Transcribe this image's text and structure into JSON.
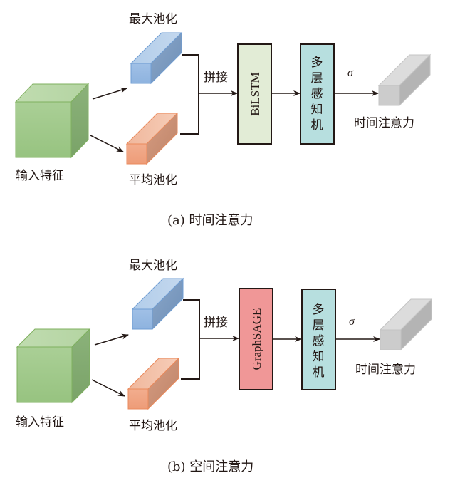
{
  "panels": [
    {
      "id": "a",
      "input_label": "输入特征",
      "max_pool_label": "最大池化",
      "avg_pool_label": "平均池化",
      "concat_label": "拼接",
      "module_label": "BiLSTM",
      "mlp_label": [
        "多",
        "层",
        "感",
        "知",
        "机"
      ],
      "sigma_label": "σ",
      "output_label": "时间注意力",
      "caption": "(a)  时间注意力",
      "module_color": "#e2ecd6"
    },
    {
      "id": "b",
      "input_label": "输入特征",
      "max_pool_label": "最大池化",
      "avg_pool_label": "平均池化",
      "concat_label": "拼接",
      "module_label": "GraphSAGE",
      "mlp_label": [
        "多",
        "层",
        "感",
        "知",
        "机"
      ],
      "sigma_label": "σ",
      "output_label": "时间注意力",
      "caption": "(b)  空间注意力",
      "module_color": "#f09797"
    }
  ],
  "colors": {
    "input_cube": "#9cc686",
    "max_pool": "#8db3de",
    "avg_pool": "#f0a07c",
    "mlp": "#b7dfdf",
    "output": "#d0d0d0",
    "stroke": "#231815"
  }
}
